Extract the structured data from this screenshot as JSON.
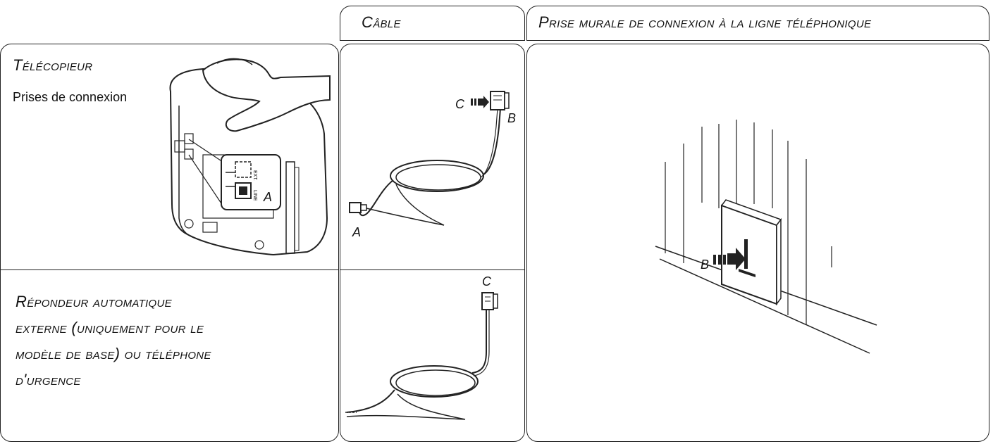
{
  "headers": {
    "cable": "Câble",
    "wall_socket": "Prise murale de connexion à la ligne téléphonique"
  },
  "rows": {
    "fax": {
      "title": "Télécopieur",
      "subtitle": "Prises de connexion"
    },
    "answering_machine": {
      "lines": [
        "Répondeur automatique",
        "externe (uniquement pour le",
        "modèle de base) ou téléphone",
        "d'urgence"
      ]
    }
  },
  "labels": {
    "fax_port": "A",
    "cable_plug_a": "A",
    "cable_plug_b": "B",
    "cable_arrow_c": "C",
    "cable2_plug_c": "C",
    "wall_plug_b": "B",
    "port_line": "LINE",
    "port_ext": "EXT."
  }
}
